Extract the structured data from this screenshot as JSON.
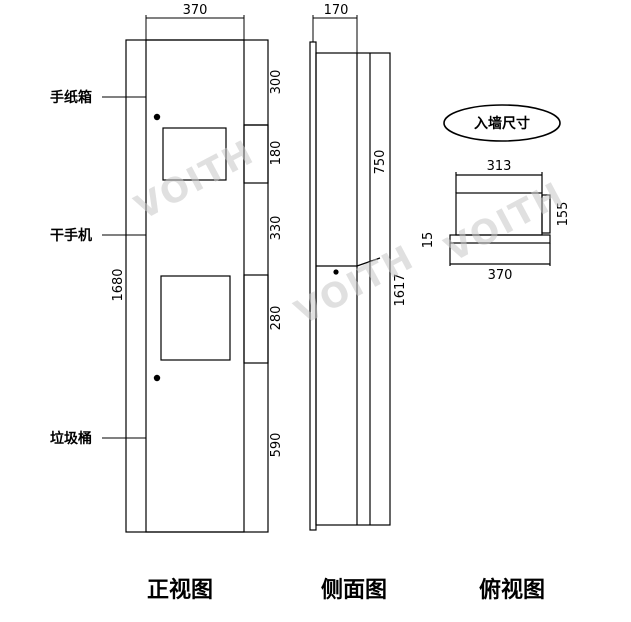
{
  "dimensions": {
    "front_width": "370",
    "side_depth": "170",
    "seg_300": "300",
    "seg_180": "180",
    "seg_330": "330",
    "seg_280": "280",
    "seg_590": "590",
    "total_height": "1680",
    "side_750": "750",
    "side_1617": "1617",
    "top_313": "313",
    "top_155": "155",
    "top_15": "15",
    "top_370": "370"
  },
  "labels": {
    "paper_box": "手纸箱",
    "hand_dryer": "干手机",
    "trash_bin": "垃圾桶",
    "wall_size": "入墙尺寸"
  },
  "view_titles": {
    "front": "正视图",
    "side": "侧面图",
    "top": "俯视图"
  },
  "watermark": "VOITH"
}
